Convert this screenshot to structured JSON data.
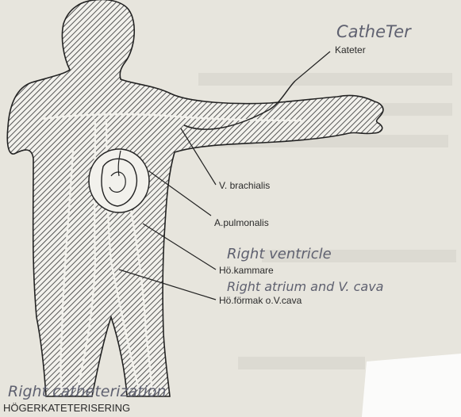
{
  "labels": {
    "kateter": "Kateter",
    "v_brachialis": "V. brachialis",
    "a_pulmonalis": "A.pulmonalis",
    "ho_kammare": "Hö.kammare",
    "ho_formak": "Hö.förmak o.V.cava",
    "title": "HÖGERKATETERISERING"
  },
  "handwritten": {
    "catheter": "CatheTer",
    "right_ventricle": "Right ventricle",
    "right_atrium": "Right atrium and V. cava",
    "right_catheterization": "Right catheterization"
  },
  "colors": {
    "paper": "#e7e5dd",
    "ink": "#2a2a2a",
    "pencil": "#5f6170",
    "hatch": "#3b3b3b"
  }
}
